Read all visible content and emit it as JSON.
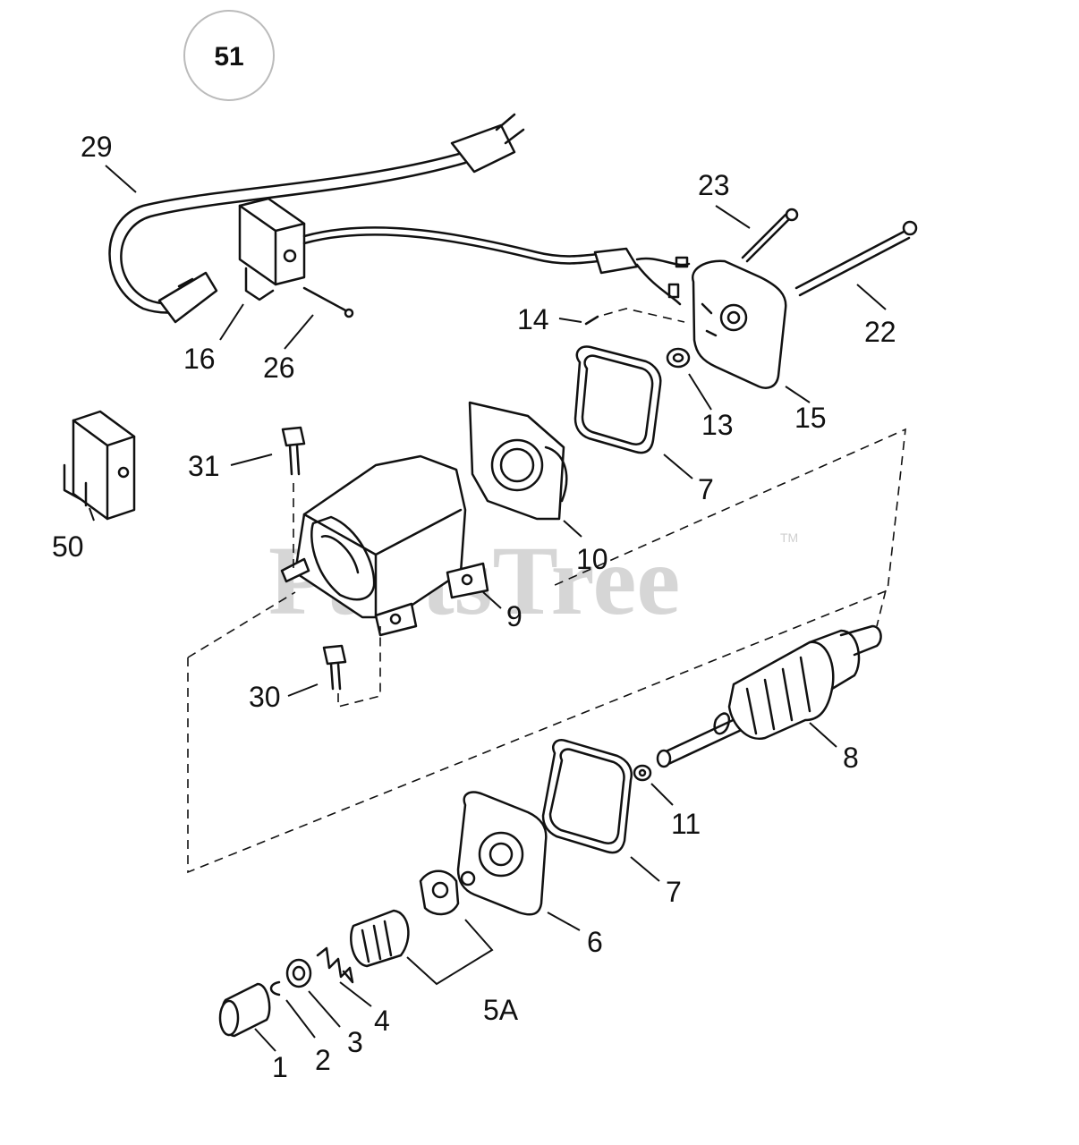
{
  "diagram_badge": "51",
  "watermark": {
    "text": "PartsTree",
    "tm": "TM"
  },
  "callouts": {
    "c29": "29",
    "c23": "23",
    "c22": "22",
    "c14": "14",
    "c16": "16",
    "c26": "26",
    "c13": "13",
    "c15": "15",
    "c50": "50",
    "c31": "31",
    "c7a": "7",
    "c10": "10",
    "c9": "9",
    "c30": "30",
    "c8": "8",
    "c11": "11",
    "c7b": "7",
    "c6": "6",
    "c5a": "5A",
    "c4": "4",
    "c3": "3",
    "c2": "2",
    "c1": "1"
  }
}
